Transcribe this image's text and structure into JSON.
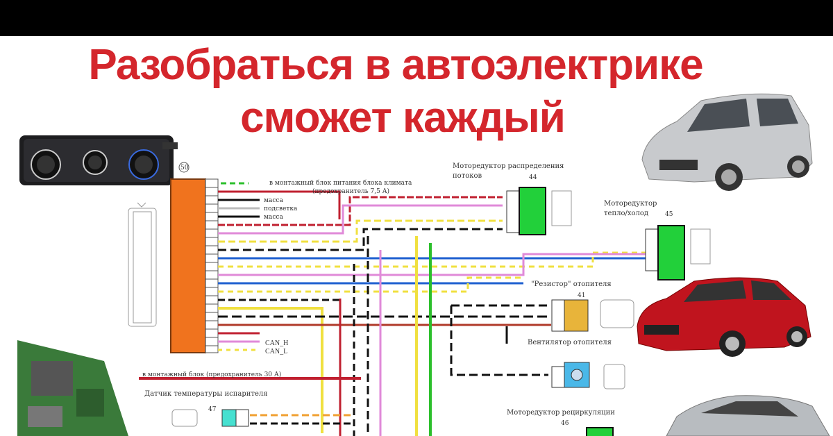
{
  "title": {
    "line1": "Разобраться в автоэлектрике",
    "line2": "сможет каждый"
  },
  "diagram": {
    "main_block_number": "50",
    "labels": {
      "power_feed": "в монтажный блок питания блока климата",
      "power_fuse": "(предохранитель 7,5 А)",
      "ground1": "масса",
      "backlight": "подсветка",
      "ground2": "масса",
      "can_h": "CAN_H",
      "can_l": "CAN_L",
      "fuse30": "в монтажный блок (предохранитель 30 А)",
      "evap_sensor": "Датчик температуры испарителя",
      "evap_sensor_num": "47",
      "flow_motor_1": "Моторедуктор распределения",
      "flow_motor_2": "потоков",
      "flow_motor_num": "44",
      "temp_motor_1": "Моторедуктор",
      "temp_motor_2": "тепло/холод",
      "temp_motor_num": "45",
      "resistor": "\"Резистор\" отопителя",
      "resistor_num": "41",
      "fan": "Вентилятор отопителя",
      "recirc_motor": "Моторедуктор рециркуляции",
      "recirc_motor_num": "46"
    }
  }
}
